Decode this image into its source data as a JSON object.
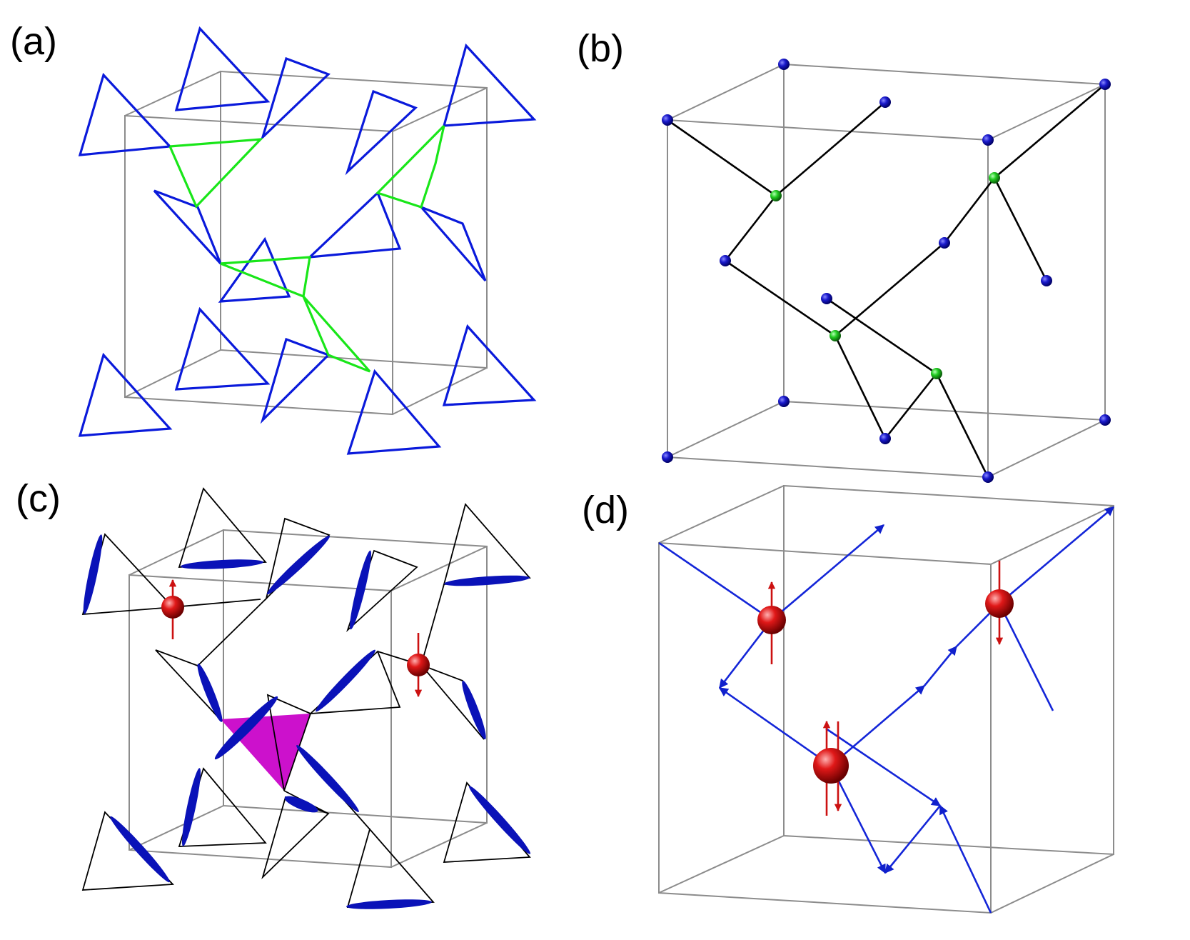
{
  "figure": {
    "panels": [
      {
        "id": "a",
        "label": "(a)"
      },
      {
        "id": "b",
        "label": "(b)"
      },
      {
        "id": "c",
        "label": "(c)"
      },
      {
        "id": "d",
        "label": "(d)"
      }
    ],
    "colors": {
      "tetrahedron_edges": "#0a1adb",
      "connecting_links": "#19e619",
      "corner_sites": "#1a1acc",
      "center_sites": "#22cc22",
      "bonds": "#000000",
      "ellipses": "#0a12b8",
      "shaded_face": "#cc11cc",
      "spin_spheres": "#d01010",
      "box_edges": "#8c8c8c"
    }
  }
}
